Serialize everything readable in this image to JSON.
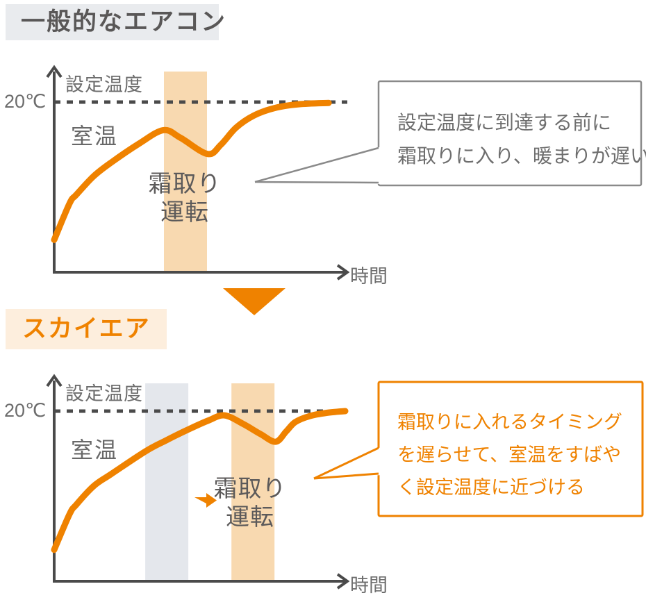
{
  "colors": {
    "orange": "#ef8200",
    "peach_band": "#f8d9b0",
    "gray_band": "#e4e7ec",
    "title1_bg": "#e9ebee",
    "title2_bg": "#fdeedd",
    "text_dark": "#595757",
    "text_medium": "#6d6d6d",
    "callout_text_gray": "#6e6e6e",
    "callout_border": "#8a8a8a",
    "axis": "#4a4a4a"
  },
  "section_general": {
    "title": "一般的なエアコン",
    "ylabel_top": "設定温度",
    "y_tick": "20℃",
    "series_label": "室温",
    "band_label_lines": [
      "霜取り",
      "運転"
    ],
    "xlabel": "時間",
    "callout": {
      "lines": [
        "設定温度に到達する前に",
        "霜取りに入り、暖まりが遅い"
      ]
    }
  },
  "section_skyair": {
    "title": "スカイエア",
    "ylabel_top": "設定温度",
    "y_tick": "20℃",
    "series_label": "室温",
    "band_label_lines": [
      "霜取り",
      "運転"
    ],
    "xlabel": "時間",
    "callout": {
      "lines": [
        "霜取りに入れるタイミング",
        "を遅らせて、室温をすばや",
        "く設定温度に近づける"
      ]
    }
  },
  "chart_data": [
    {
      "type": "line",
      "title": "一般的なエアコン",
      "xlabel": "時間",
      "ylabel": "設定温度",
      "y_tick_label": "20℃",
      "set_temp_c": 20,
      "y_range_c": [
        0,
        22
      ],
      "x_range_pct": [
        0,
        100
      ],
      "grid": false,
      "set_temp_line": {
        "value_c": 20,
        "style": "dashed"
      },
      "series": [
        {
          "name": "室温",
          "color": "#ef8200",
          "points": [
            [
              0,
              3.8
            ],
            [
              5.3,
              8.1
            ],
            [
              7.6,
              9.1
            ],
            [
              13.6,
              11.3
            ],
            [
              19.6,
              12.9
            ],
            [
              29.1,
              15.1
            ],
            [
              37.5,
              16.7
            ],
            [
              43.4,
              15.8
            ],
            [
              52.7,
              13.9
            ],
            [
              57.3,
              15.0
            ],
            [
              62.5,
              17.0
            ],
            [
              68.5,
              18.4
            ],
            [
              75.7,
              19.3
            ],
            [
              84,
              19.75
            ],
            [
              94.3,
              19.9
            ]
          ]
        }
      ],
      "bands": [
        {
          "label": "霜取り運転",
          "x_start": 37.7,
          "x_end": 52.5,
          "color": "#f8d9b0"
        }
      ],
      "annotation": "設定温度に到達する前に霜取りに入り、暖まりが遅い"
    },
    {
      "type": "line",
      "title": "スカイエア",
      "xlabel": "時間",
      "ylabel": "設定温度",
      "y_tick_label": "20℃",
      "set_temp_c": 20,
      "y_range_c": [
        0,
        22
      ],
      "x_range_pct": [
        0,
        100
      ],
      "grid": false,
      "set_temp_line": {
        "value_c": 20,
        "style": "dashed"
      },
      "series": [
        {
          "name": "室温",
          "color": "#ef8200",
          "points": [
            [
              0,
              3.7
            ],
            [
              5.3,
              7.9
            ],
            [
              7.6,
              9.0
            ],
            [
              13.6,
              11.2
            ],
            [
              19.6,
              12.6
            ],
            [
              31.5,
              15.3
            ],
            [
              38.7,
              16.6
            ],
            [
              45.8,
              17.8
            ],
            [
              53,
              18.9
            ],
            [
              58.5,
              19.5
            ],
            [
              64.9,
              18.5
            ],
            [
              70.9,
              17.3
            ],
            [
              76.1,
              16.4
            ],
            [
              79.7,
              17.6
            ],
            [
              82.8,
              18.7
            ],
            [
              87.6,
              19.4
            ],
            [
              93.6,
              19.8
            ],
            [
              100,
              20
            ]
          ]
        }
      ],
      "bands": [
        {
          "label": "",
          "x_start": 31.3,
          "x_end": 46.1,
          "color": "#e4e7ec"
        },
        {
          "label": "霜取り運転",
          "x_start": 60.9,
          "x_end": 75.7,
          "color": "#f8d9b0"
        }
      ],
      "annotation": "霜取りに入れるタイミングを遅らせて、室温をすばやく設定温度に近づける"
    }
  ]
}
